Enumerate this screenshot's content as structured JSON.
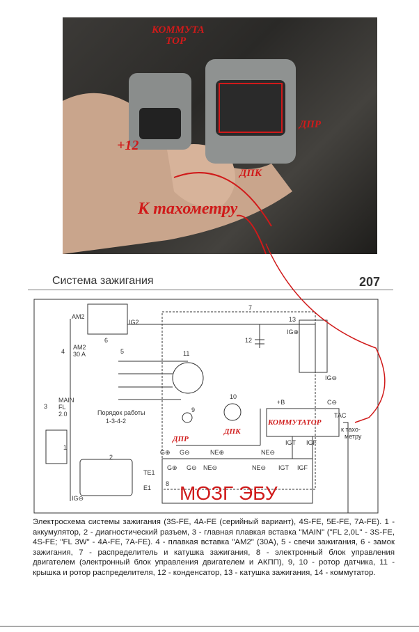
{
  "photo": {
    "annotations": {
      "commutator": "КОММУТА ТОР",
      "commutator_line1": "КОММУТА",
      "commutator_line2": "ТОР",
      "plus12": "+12",
      "dpr": "ДПР",
      "dpk": "ДПК",
      "tachometer": "К тахометру"
    }
  },
  "page": {
    "section_title": "Система зажигания",
    "page_number": "207"
  },
  "diagram": {
    "labels": {
      "am2": "AM2",
      "ig2": "IG2",
      "n6": "6",
      "n7": "7",
      "n13": "13",
      "n12": "12",
      "igplus": "IG⊕",
      "n4": "4",
      "am2_fuse": "AM2",
      "am2_fuse_rating": "30 A",
      "n5": "5",
      "n11": "11",
      "n3": "3",
      "main": "MAIN",
      "fl": "FL",
      "fl_rating": "2.0",
      "n1": "1",
      "firing_order_label": "Порядок работы",
      "firing_order": "1-3-4-2",
      "n9": "9",
      "n10": "10",
      "igminus": "IG⊖",
      "b_plus": "+B",
      "c_minus": "C⊖",
      "tac": "TAC",
      "tacho_out": "к тахо-",
      "tacho_out2": "метру",
      "igt": "IGT",
      "igf": "IGF",
      "g_plus": "G⊕",
      "g_minus": "G⊖",
      "ne_plus": "NE⊕",
      "ne_minus": "NE⊖",
      "n2": "2",
      "te1": "TE1",
      "e1": "E1",
      "n8": "8",
      "ig_minus_left": "IG⊖"
    },
    "annotations": {
      "commutator": "КОММУТАТОР",
      "dpr": "ДПР",
      "dpk": "ДПК",
      "ecu": "МОЗГ ЭБУ"
    }
  },
  "caption": {
    "text": "Электросхема системы зажигания (3S-FE, 4A-FE (серийный вариант), 4S-FE, 5E-FE, 7A-FE). 1 - аккумулятор, 2 - диагностический разъем, 3 - главная плавкая вставка \"MAIN\" (\"FL 2,0L\" - 3S-FE, 4S-FE; \"FL 3W\" - 4A-FE, 7A-FE). 4 - плавкая вставка \"AM2\" (30A), 5 - свечи зажигания, 6 - замок зажигания, 7 - распределитель и катушка зажигания, 8 - электронный блок управления двигателем (электронный блок управления двигателем и АКПП), 9, 10 - ротор датчика, 11 - крышка и ротор распределителя, 12 - конденсатор, 13 - катушка зажигания, 14 - коммутатор."
  }
}
